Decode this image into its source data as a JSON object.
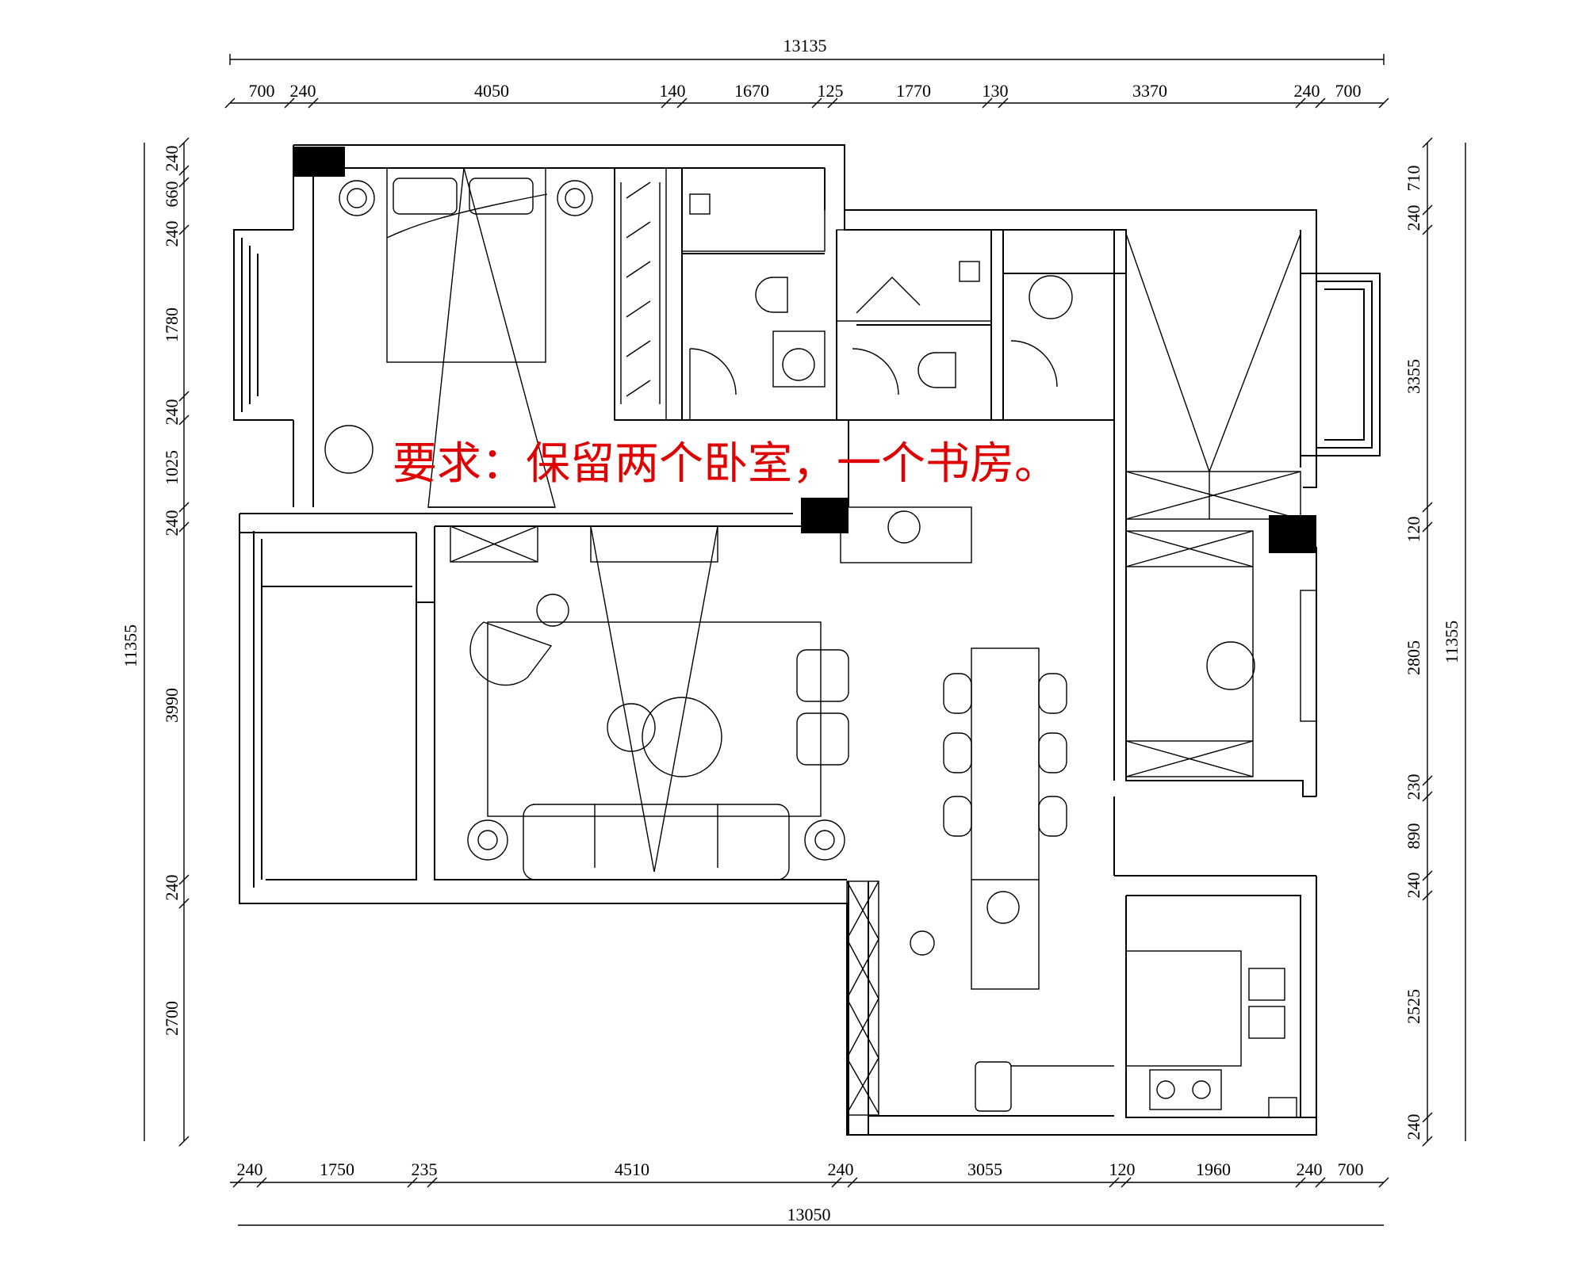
{
  "note": "要求：保留两个卧室，一个书房。",
  "dimensions": {
    "top_total": "13135",
    "top_segments": [
      "700",
      "240",
      "4050",
      "140",
      "1670",
      "125",
      "1770",
      "130",
      "3370",
      "240",
      "700"
    ],
    "bottom_total": "13050",
    "bottom_segments": [
      "240",
      "1750",
      "235",
      "4510",
      "240",
      "3055",
      "120",
      "1960",
      "240",
      "700"
    ],
    "left_total": "11355",
    "left_segments": [
      "240",
      "660",
      "240",
      "1780",
      "240",
      "1025",
      "240",
      "3990",
      "240",
      "2700"
    ],
    "right_total": "11355",
    "right_segments": [
      "710",
      "240",
      "3355",
      "120",
      "2805",
      "230",
      "890",
      "240",
      "2525",
      "240"
    ]
  },
  "colors": {
    "lines": "#000000",
    "note": "#e00000",
    "column_fill": "#000000"
  }
}
